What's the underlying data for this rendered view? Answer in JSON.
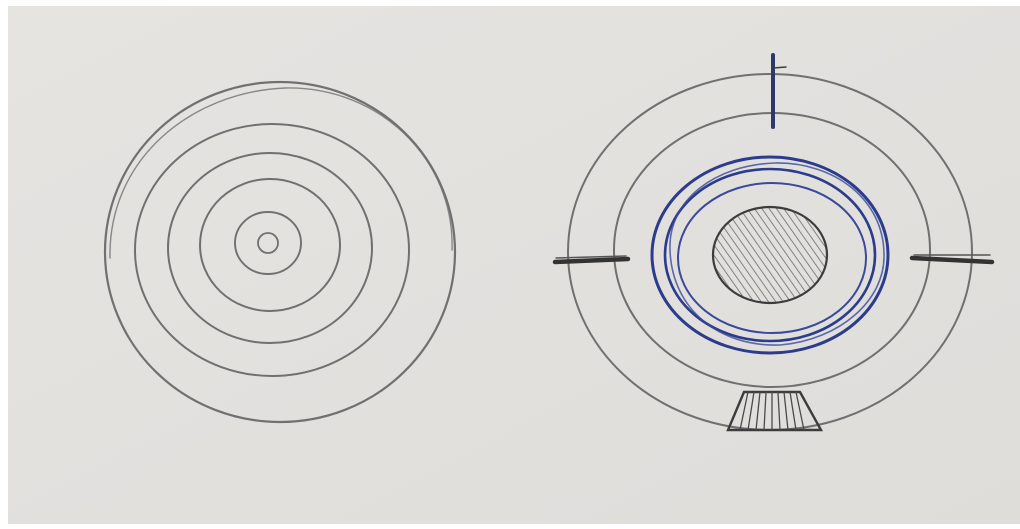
{
  "image": {
    "kind": "photo",
    "subject_items": [
      {
        "name": "left-sketch",
        "type": "concentric-circles-pencil-sketch",
        "ring_count": 6
      },
      {
        "name": "right-sketch",
        "type": "ringed-circle-with-ticks-pencil-and-blue-ink"
      }
    ]
  },
  "colors": {
    "border": "#ffffff",
    "paper": "#e4e2df",
    "paper_shade": "#dcdad7",
    "pencil": "#6f6f6f",
    "pencil_dark": "#4a4a4a",
    "ink_blue": "#2b3c8c"
  }
}
